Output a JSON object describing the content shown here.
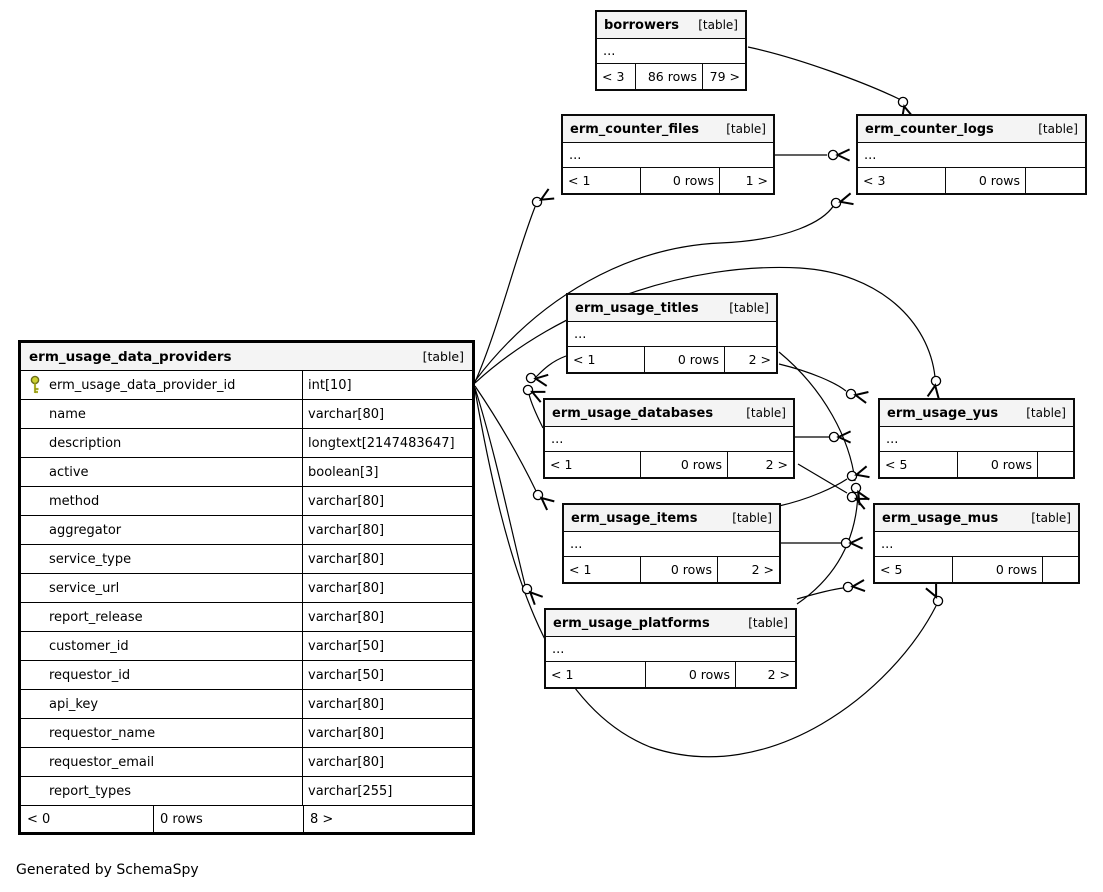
{
  "caption": "Generated by SchemaSpy",
  "colors": {
    "border": "#000000",
    "header_bg": "#f4f4f4",
    "key_icon": "#cdd130",
    "line": "#000000"
  },
  "icons": {
    "primary_key": "key-icon",
    "crowfoot": "circle-arrow-connector"
  },
  "main_table": {
    "name": "erm_usage_data_providers",
    "tag": "[table]",
    "columns": [
      {
        "name": "erm_usage_data_provider_id",
        "type": "int[10]",
        "pk": true
      },
      {
        "name": "name",
        "type": "varchar[80]",
        "pk": false
      },
      {
        "name": "description",
        "type": "longtext[2147483647]",
        "pk": false
      },
      {
        "name": "active",
        "type": "boolean[3]",
        "pk": false
      },
      {
        "name": "method",
        "type": "varchar[80]",
        "pk": false
      },
      {
        "name": "aggregator",
        "type": "varchar[80]",
        "pk": false
      },
      {
        "name": "service_type",
        "type": "varchar[80]",
        "pk": false
      },
      {
        "name": "service_url",
        "type": "varchar[80]",
        "pk": false
      },
      {
        "name": "report_release",
        "type": "varchar[80]",
        "pk": false
      },
      {
        "name": "customer_id",
        "type": "varchar[50]",
        "pk": false
      },
      {
        "name": "requestor_id",
        "type": "varchar[50]",
        "pk": false
      },
      {
        "name": "api_key",
        "type": "varchar[80]",
        "pk": false
      },
      {
        "name": "requestor_name",
        "type": "varchar[80]",
        "pk": false
      },
      {
        "name": "requestor_email",
        "type": "varchar[80]",
        "pk": false
      },
      {
        "name": "report_types",
        "type": "varchar[255]",
        "pk": false
      }
    ],
    "footer": {
      "parents": "< 0",
      "rows": "0 rows",
      "children": "8 >"
    }
  },
  "tables": [
    {
      "id": "borrowers",
      "name": "borrowers",
      "tag": "[table]",
      "body": "...",
      "footer": {
        "parents": "< 3",
        "rows": "86 rows",
        "children": "79 >"
      }
    },
    {
      "id": "erm_counter_files",
      "name": "erm_counter_files",
      "tag": "[table]",
      "body": "...",
      "footer": {
        "parents": "< 1",
        "rows": "0 rows",
        "children": "1 >"
      }
    },
    {
      "id": "erm_counter_logs",
      "name": "erm_counter_logs",
      "tag": "[table]",
      "body": "...",
      "footer": {
        "parents": "< 3",
        "rows": "0 rows",
        "children": ""
      }
    },
    {
      "id": "erm_usage_titles",
      "name": "erm_usage_titles",
      "tag": "[table]",
      "body": "...",
      "footer": {
        "parents": "< 1",
        "rows": "0 rows",
        "children": "2 >"
      }
    },
    {
      "id": "erm_usage_databases",
      "name": "erm_usage_databases",
      "tag": "[table]",
      "body": "...",
      "footer": {
        "parents": "< 1",
        "rows": "0 rows",
        "children": "2 >"
      }
    },
    {
      "id": "erm_usage_yus",
      "name": "erm_usage_yus",
      "tag": "[table]",
      "body": "...",
      "footer": {
        "parents": "< 5",
        "rows": "0 rows",
        "children": ""
      }
    },
    {
      "id": "erm_usage_items",
      "name": "erm_usage_items",
      "tag": "[table]",
      "body": "...",
      "footer": {
        "parents": "< 1",
        "rows": "0 rows",
        "children": "2 >"
      }
    },
    {
      "id": "erm_usage_mus",
      "name": "erm_usage_mus",
      "tag": "[table]",
      "body": "...",
      "footer": {
        "parents": "< 5",
        "rows": "0 rows",
        "children": ""
      }
    },
    {
      "id": "erm_usage_platforms",
      "name": "erm_usage_platforms",
      "tag": "[table]",
      "body": "...",
      "footer": {
        "parents": "< 1",
        "rows": "0 rows",
        "children": "2 >"
      }
    }
  ]
}
